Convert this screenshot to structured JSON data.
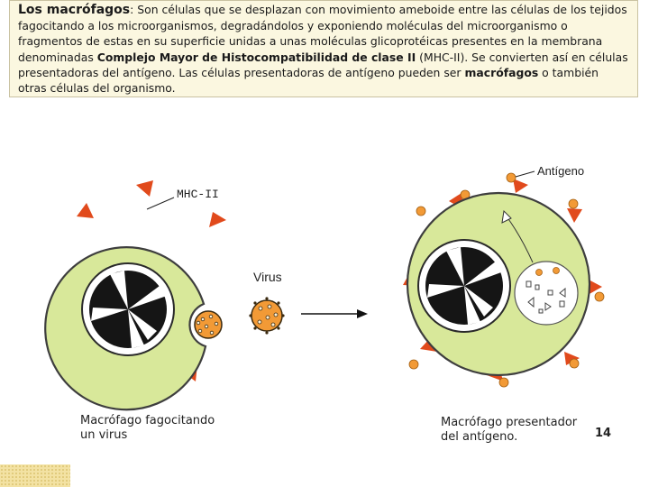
{
  "intro": {
    "title": "Los macrófagos",
    "colon": ":",
    "part1": " Son células que se desplazan con movimiento ameboide entre las células de los tejidos  fagocitando a los microorganismos, degradándolos y exponiendo moléculas del microorganismo o fragmentos de estas en su superficie unidas a unas moléculas glicoprotéicas presentes en la membrana denominadas ",
    "term": "Complejo Mayor de Histocompatibilidad de clase II",
    "part2": " (MHC-II). Se convierten así en células presentadoras del antígeno. Las células presentadoras de antígeno pueden ser ",
    "term2": "macrófagos",
    "part3": " o también otras células del organismo."
  },
  "labels": {
    "mhc": "MHC-II",
    "virus": "Virus",
    "antigen": "Antígeno"
  },
  "captions": {
    "left_line1": "Macrófago fagocitando",
    "left_line2": "un virus",
    "right_line1": "Macrófago presentador",
    "right_line2": "del antígeno."
  },
  "page_number": "14",
  "colors": {
    "cell_fill": "#d8e89a",
    "mhc_red": "#e14a1c",
    "virus_orange": "#f29a36",
    "background_panel": "#fbf7e0"
  },
  "icons": {
    "arrow": "right-arrow-icon"
  }
}
